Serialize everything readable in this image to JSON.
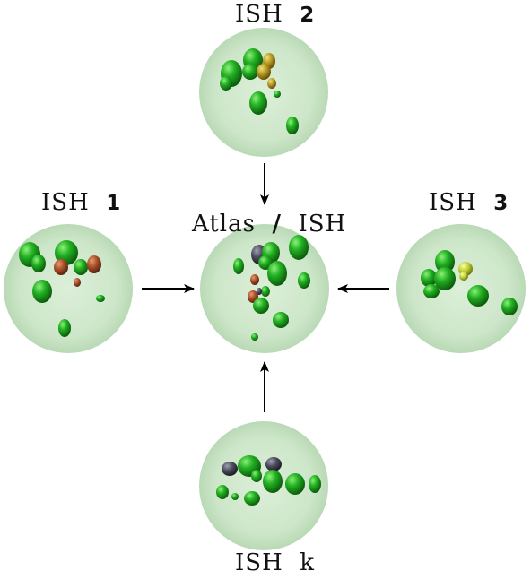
{
  "labels": {
    "top": {
      "prefix": "ISH",
      "index": "2"
    },
    "left": {
      "prefix": "ISH",
      "index": "1"
    },
    "right": {
      "prefix": "ISH",
      "index": "3"
    },
    "bottom": {
      "prefix": "ISH",
      "index": "k"
    },
    "center": {
      "prefix": "Atlas",
      "separator": "/",
      "suffix": "ISH"
    }
  },
  "colors": {
    "sphere_fill": "#cfe8cc",
    "sphere_edge": "#b7d6b3",
    "blob_green": "#1fa51f",
    "blob_brown": "#a0522d",
    "blob_gold": "#b8a020",
    "blob_yellow": "#c8d040",
    "blob_dark": "#4a4a58",
    "arrow": "#000000"
  }
}
